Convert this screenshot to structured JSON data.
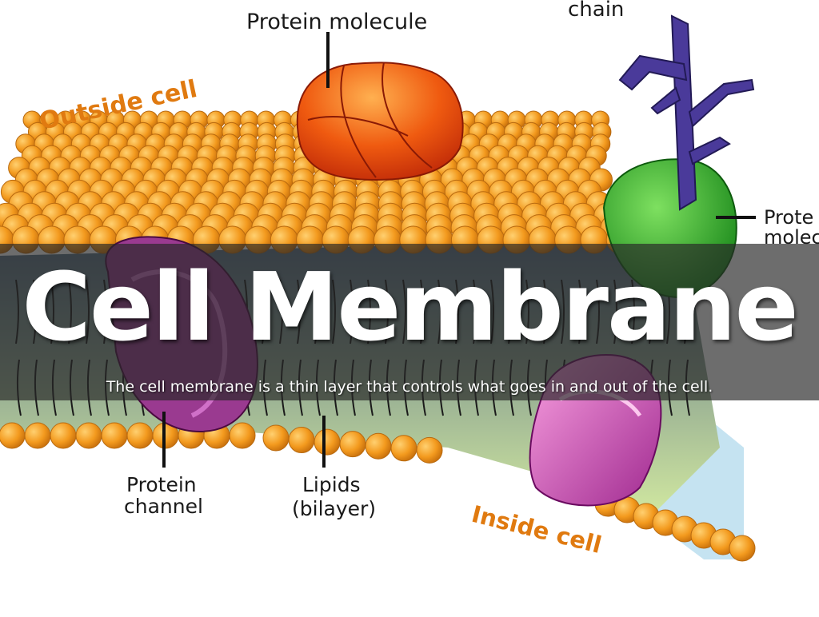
{
  "slide": {
    "title": "Cell Membrane",
    "subtitle": "The cell membrane is a thin layer that controls what goes in and out of the cell."
  },
  "diagram": {
    "labels": {
      "protein_molecule_top": "Protein molecule",
      "chain": "chain",
      "outside_cell": "Outside cell",
      "protein_molecule_right_1": "Prote",
      "protein_molecule_right_2": "molec",
      "protein_channel_1": "Protein",
      "protein_channel_2": "channel",
      "lipids_1": "Lipids",
      "lipids_2": "(bilayer)",
      "inside_cell": "Inside cell"
    },
    "colors": {
      "lipid_head": "#f39a1e",
      "lipid_head_dark": "#b86a10",
      "membrane_interior": "#4a6a8a",
      "inside_fill": "#bfe0f0",
      "channel_protein": "#c04fb0",
      "top_protein": "#ef5a10",
      "green_protein": "#33b033",
      "carbohydrate_chain": "#4a3a9a"
    }
  }
}
